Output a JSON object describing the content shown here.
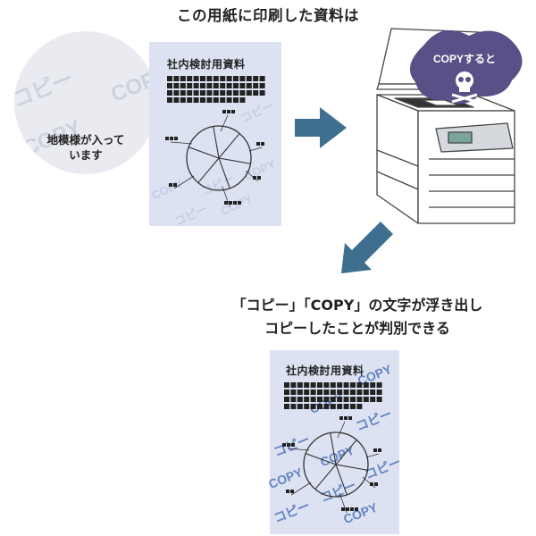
{
  "heading_top": "この用紙に印刷した資料は",
  "circle_text_line1": "地模様が入って",
  "circle_text_line2": "います",
  "doc_title": "社内検討用資料",
  "watermark_jp": "コピー",
  "watermark_en": "COPY",
  "bubble_text": "COPYすると",
  "heading_mid_line1": "「コピー」「COPY」の文字が浮き出し",
  "heading_mid_line2": "コピーしたことが判別できる",
  "colors": {
    "paper": "#dce2f1",
    "arrow": "#3e6f8e",
    "bubble": "#5a4f86",
    "watermark_faint": "#bcc5de",
    "watermark_strong": "#5f7fbf"
  }
}
